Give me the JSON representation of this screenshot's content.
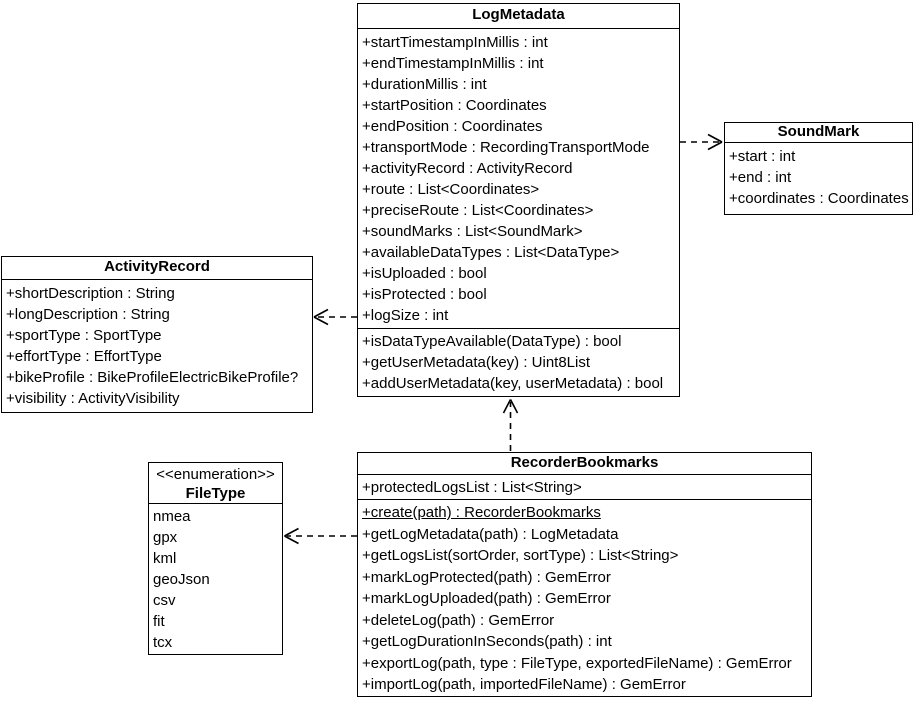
{
  "colors": {
    "background": "#ffffff",
    "line": "#000000",
    "text": "#000000"
  },
  "diagram": {
    "classes": [
      {
        "id": "logmetadata",
        "name": "LogMetadata",
        "attributes": [
          "+startTimestampInMillis : int",
          "+endTimestampInMillis : int",
          "+durationMillis : int",
          "+startPosition : Coordinates",
          "+endPosition : Coordinates",
          "+transportMode : RecordingTransportMode",
          "+activityRecord : ActivityRecord",
          "+route : List<Coordinates>",
          "+preciseRoute : List<Coordinates>",
          "+soundMarks : List<SoundMark>",
          "+availableDataTypes : List<DataType>",
          "+isUploaded : bool",
          "+isProtected : bool",
          "+logSize : int"
        ],
        "methods": [
          "+isDataTypeAvailable(DataType) : bool",
          "+getUserMetadata(key) : Uint8List",
          "+addUserMetadata(key, userMetadata) : bool"
        ]
      },
      {
        "id": "soundmark",
        "name": "SoundMark",
        "attributes": [
          "+start : int",
          "+end : int",
          "+coordinates : Coordinates"
        ]
      },
      {
        "id": "activityrecord",
        "name": "ActivityRecord",
        "attributes": [
          "+shortDescription : String",
          "+longDescription : String",
          "+sportType : SportType",
          "+effortType : EffortType",
          "+bikeProfile : BikeProfileElectricBikeProfile?",
          "+visibility : ActivityVisibility"
        ]
      },
      {
        "id": "filetype",
        "stereotype": "<<enumeration>>",
        "name": "FileType",
        "values": [
          "nmea",
          "gpx",
          "kml",
          "geoJson",
          "csv",
          "fit",
          "tcx"
        ]
      },
      {
        "id": "recorderbookmarks",
        "name": "RecorderBookmarks",
        "attributes": [
          "+protectedLogsList : List<String>"
        ],
        "methods": [
          "+create(path) : RecorderBookmarks",
          "+getLogMetadata(path) : LogMetadata",
          "+getLogsList(sortOrder, sortType) : List<String>",
          "+markLogProtected(path) : GemError",
          "+markLogUploaded(path) : GemError",
          "+deleteLog(path) : GemError",
          "+getLogDurationInSeconds(path) : int",
          "+exportLog(path, type : FileType, exportedFileName) : GemError",
          "+importLog(path, importedFileName) : GemError"
        ],
        "static_methods": [
          "+create(path) : RecorderBookmarks"
        ]
      }
    ],
    "relations": [
      {
        "from": "LogMetadata",
        "to": "SoundMark",
        "style": "dashed",
        "arrowhead": "open"
      },
      {
        "from": "LogMetadata",
        "to": "ActivityRecord",
        "style": "dashed",
        "arrowhead": "open"
      },
      {
        "from": "RecorderBookmarks",
        "to": "LogMetadata",
        "style": "dashed",
        "arrowhead": "open"
      },
      {
        "from": "RecorderBookmarks",
        "to": "FileType",
        "style": "dashed",
        "arrowhead": "open"
      }
    ]
  }
}
